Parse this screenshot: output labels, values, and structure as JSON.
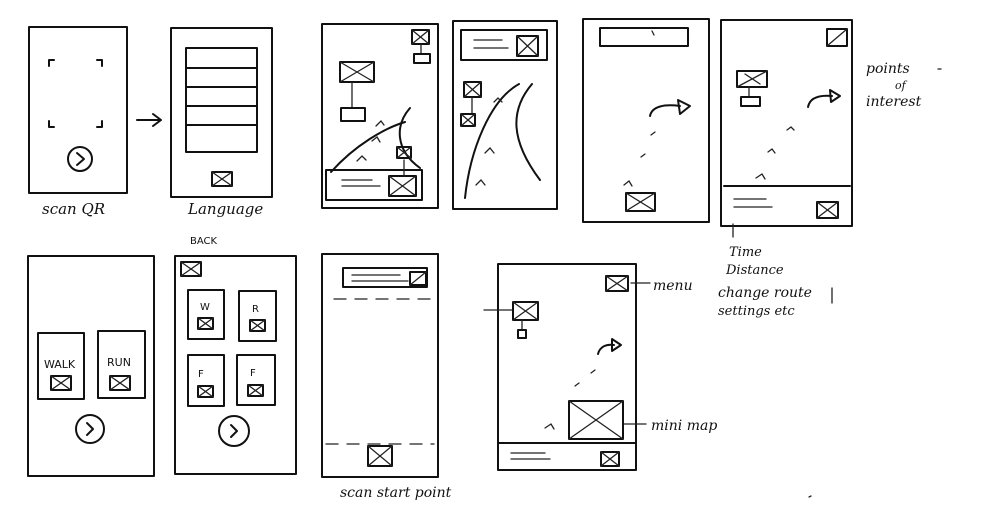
{
  "screens": {
    "scan_qr": {
      "caption": "scan QR"
    },
    "language": {
      "caption": "Language"
    },
    "mode_select": {
      "walk_label": "WALK",
      "run_label": "RUN"
    },
    "category_select": {
      "back_label": "BACK",
      "tiles": [
        "W",
        "R",
        "F",
        "F"
      ]
    },
    "scan_start": {
      "caption": "scan start point"
    }
  },
  "annotations": {
    "poi": [
      "points",
      "of",
      "interest"
    ],
    "footer": [
      "Time",
      "Distance"
    ],
    "menu": [
      "menu",
      "change route",
      "settings etc"
    ],
    "minimap": "mini map"
  }
}
